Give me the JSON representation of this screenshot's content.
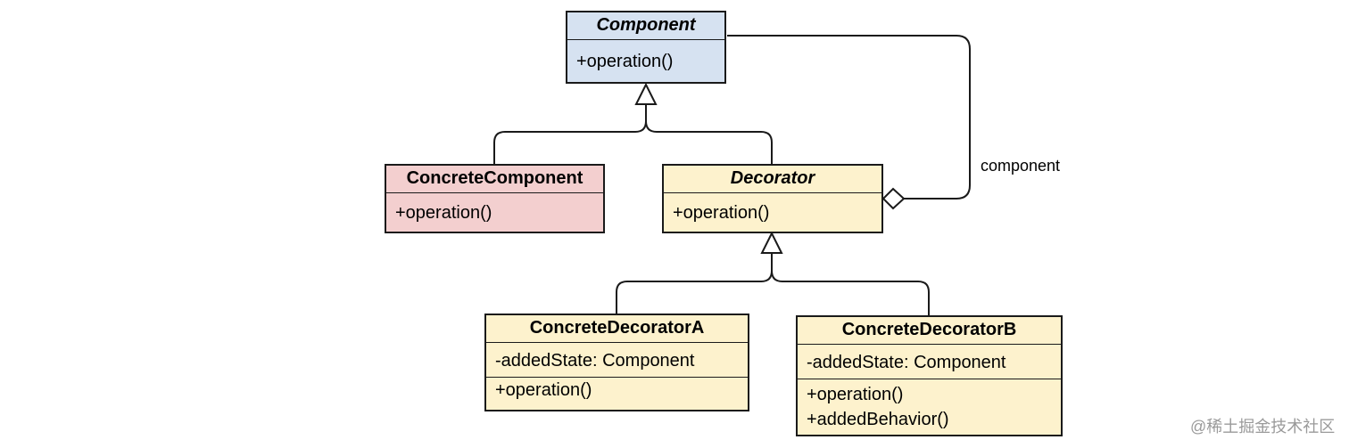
{
  "colors": {
    "component_fill": "#d6e2f1",
    "concrete_component_fill": "#f3cfcf",
    "decorator_fill": "#fdf2cd",
    "border": "#1a1a1a"
  },
  "classes": {
    "component": {
      "name": "Component",
      "operations": [
        "+operation()"
      ]
    },
    "concrete_component": {
      "name": "ConcreteComponent",
      "operations": [
        "+operation()"
      ]
    },
    "decorator": {
      "name": "Decorator",
      "operations": [
        "+operation()"
      ]
    },
    "concrete_decorator_a": {
      "name": "ConcreteDecoratorA",
      "attributes": [
        "-addedState: Component"
      ],
      "operations": [
        "+operation()"
      ]
    },
    "concrete_decorator_b": {
      "name": "ConcreteDecoratorB",
      "attributes": [
        "-addedState: Component"
      ],
      "operations": [
        "+operation()",
        "+addedBehavior()"
      ]
    }
  },
  "relations": {
    "aggregation_label": "component"
  },
  "watermark": "@稀土掘金技术社区"
}
